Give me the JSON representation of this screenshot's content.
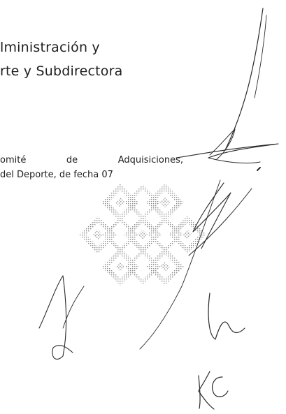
{
  "document": {
    "heading_lines": [
      "lministración y",
      "rte y Subdirectora"
    ],
    "body_lines": [
      "omité de Adquisiciones,",
      "del Deporte, de fecha 07"
    ]
  },
  "watermark": {
    "description": "seal",
    "icon": "interlocking-knot-seal-icon",
    "color": "#9a9a9a"
  },
  "signatures": {
    "ink_color": "#2a2a2a",
    "initials": "KC"
  }
}
